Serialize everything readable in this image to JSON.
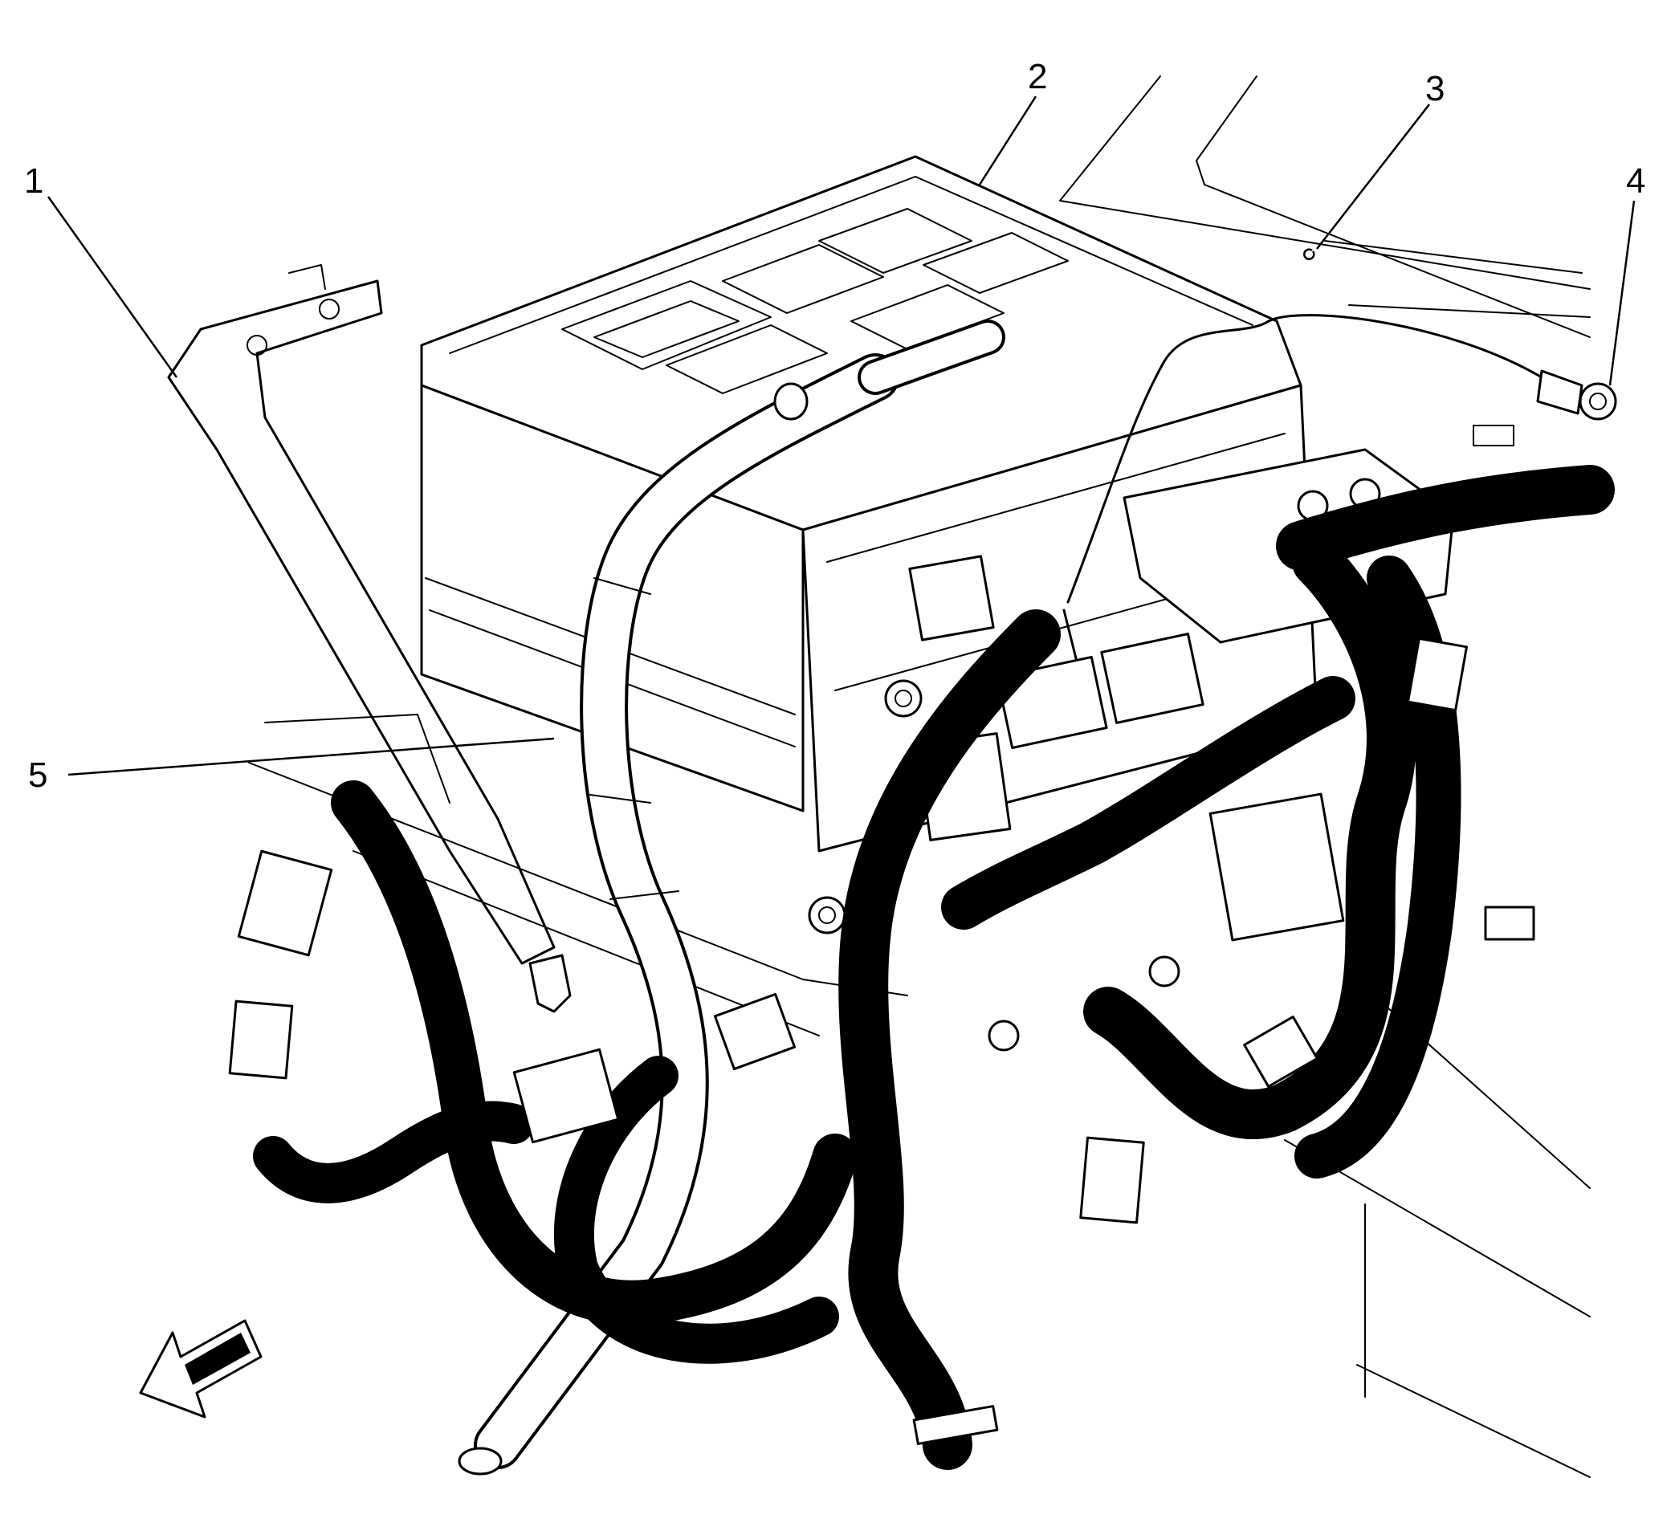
{
  "callouts": [
    {
      "label": "1"
    },
    {
      "label": "2"
    },
    {
      "label": "3"
    },
    {
      "label": "4"
    },
    {
      "label": "5"
    }
  ],
  "icons": {
    "direction_arrow": "arrow-icon"
  }
}
